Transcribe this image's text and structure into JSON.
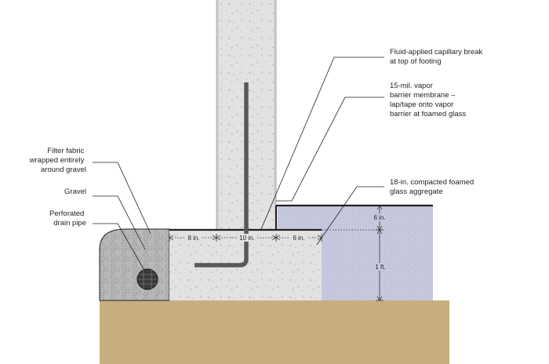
{
  "labels": {
    "capillary_break": [
      "Fluid-applied capillary break",
      "at top of footing"
    ],
    "vapor_barrier": [
      "15-mil. vapor",
      "barrier membrane –",
      "lap/tape onto vapor",
      "barrier at foamed glass"
    ],
    "filter_fabric": [
      "Filter fabric",
      "wrapped entirely",
      "around gravel"
    ],
    "gravel": [
      "Gravel"
    ],
    "drain_pipe": [
      "Perforated",
      "drain pipe"
    ],
    "foamed_glass": [
      "18-in. compacted foamed",
      "glass aggregate"
    ]
  },
  "dimensions": {
    "d8": "8 in.",
    "d10": "10 in.",
    "d6h": "6 in.",
    "d6v": "6 in.",
    "d1ft": "1 ft."
  },
  "colors": {
    "soil": "#c9ae80",
    "concrete": "#e2e2e2",
    "concrete_speckle": "#b9b9b9",
    "gravel": "#b8b8b8",
    "foamed_glass": "#c6c9dd",
    "rebar": "#58595b",
    "membrane": "#231f20",
    "pipe": "#3a3a3a"
  }
}
